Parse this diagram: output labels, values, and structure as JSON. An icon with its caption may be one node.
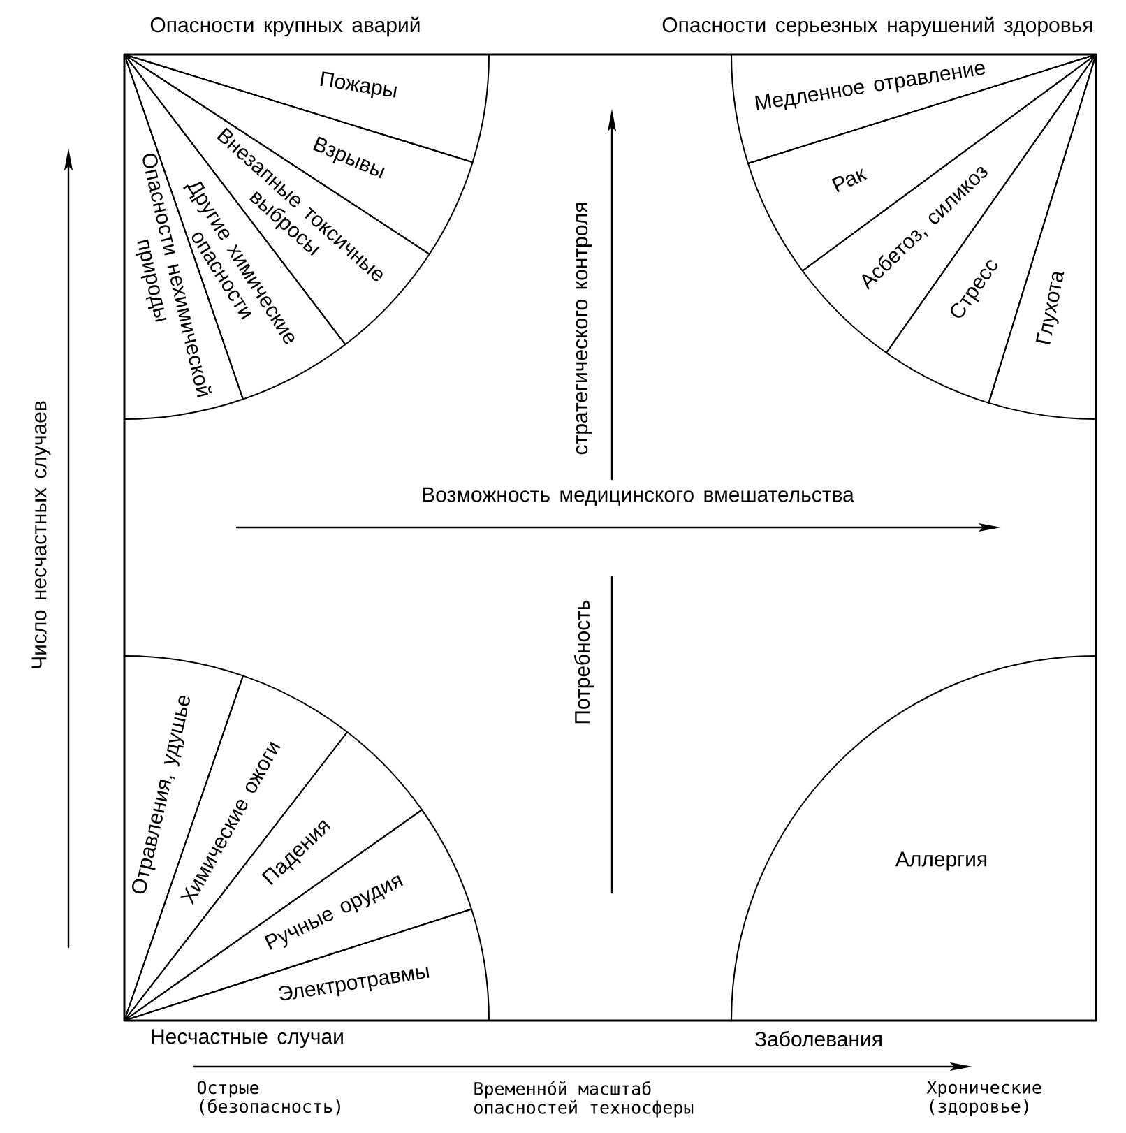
{
  "diagram": {
    "nodes": [
      {
        "text": [
          "Пожары"
        ]
      },
      {
        "text": [
          "Взрывы"
        ]
      },
      {
        "text": [
          "Внезапные токсичные выбросы"
        ]
      },
      {
        "text": [
          "Другие химические опасности"
        ]
      },
      {
        "text": [
          "Опасности нехимической природы"
        ]
      },
      {
        "text": [
          "Медленное отравление"
        ]
      },
      {
        "text": [
          "Рак"
        ]
      },
      {
        "text": [
          "Асбетоз, силикоз"
        ]
      },
      {
        "text": [
          "Стресс"
        ]
      },
      {
        "text": [
          "Глухота"
        ]
      },
      {
        "text": [
          "Отравления, удушье"
        ]
      },
      {
        "text": [
          "Химические ожоги"
        ]
      },
      {
        "text": [
          "Падения"
        ]
      },
      {
        "text": [
          "Ручные орудия"
        ]
      },
      {
        "text": [
          "Электротравмы"
        ]
      },
      {
        "text": [
          "Аллергия"
        ]
      }
    ],
    "labels": [
      "Опасности крупных аварий",
      "Опасности серьезных нарушений здоровья",
      "Число несчастных случаев",
      "стратегического контроля",
      "Возможность медицинского вмешательства",
      "Потребность",
      "Несчастные случаи",
      "Заболевания",
      "Острые (безопасность)",
      "Временно́й масштаб опасностей техносферы",
      "Хронические (здоровье)"
    ]
  }
}
